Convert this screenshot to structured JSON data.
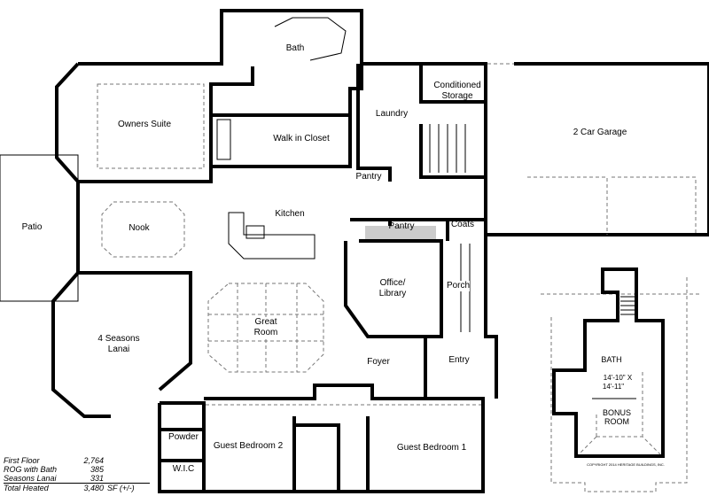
{
  "plan": {
    "rooms": {
      "bath": "Bath",
      "owners_suite": "Owners Suite",
      "walk_in_closet": "Walk in Closet",
      "laundry": "Laundry",
      "conditioned_storage": "Conditioned Storage",
      "garage": "2 Car Garage",
      "pantry_upper": "Pantry",
      "patio": "Patio",
      "nook": "Nook",
      "kitchen": "Kitchen",
      "pantry_lower": "Pantry",
      "coats": "Coats",
      "office_library": "Office/ Library",
      "porch": "Porch",
      "four_seasons_lanai": "4 Seasons Lanai",
      "great_room": "Great Room",
      "foyer": "Foyer",
      "entry": "Entry",
      "powder": "Powder",
      "wic": "W.I.C",
      "guest_bedroom_2": "Guest Bedroom 2",
      "guest_bedroom_1": "Guest Bedroom 1"
    },
    "bonus": {
      "bath": "BATH",
      "dimensions_line1": "14'-10\" X",
      "dimensions_line2": "14'-11\"",
      "room_line1": "BONUS",
      "room_line2": "ROOM",
      "copyright": "COPYRIGHT 2014 HERITAGE BUILDINGS, INC."
    },
    "area_summary": [
      {
        "label": "First Floor",
        "value": "2,764",
        "unit": ""
      },
      {
        "label": "ROG with Bath",
        "value": "385",
        "unit": ""
      },
      {
        "label": "Seasons Lanai",
        "value": "331",
        "unit": ""
      },
      {
        "label": "Total Heated",
        "value": "3,480",
        "unit": "SF (+/-)"
      }
    ]
  }
}
